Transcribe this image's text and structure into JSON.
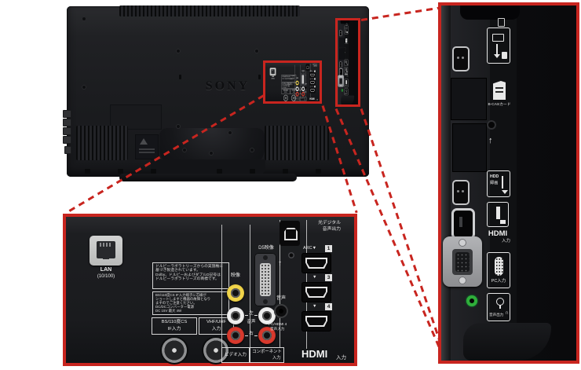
{
  "tv": {
    "logo": "SONY"
  },
  "colors": {
    "callout_red": "#c8251f",
    "rca_yellow": "#e2bd2a",
    "rca_red": "#c2271d",
    "jack_green": "#35b33a"
  },
  "rear_panel": {
    "lan": {
      "label": "LAN",
      "speed": "(10/100)"
    },
    "notice_dolby": [
      "ドルビーラボラトリーズからの実施権に",
      "基づき製造されています。",
      "Dolby、ドルビーおよびダブルD記号は",
      "ドルビーラボラトリーズの商標です。"
    ],
    "notice_power": [
      "BS/110度CS IF入力端子に芯線が",
      "ショートしますと機器の故障となり",
      "ますのでご注意ください。",
      "DC/DCコンバーター電源",
      "DC 15V 最大 4W"
    ],
    "antenna": {
      "bs_line1": "BS/110度CS",
      "bs_line2": "IF入力",
      "vhf_line1": "VHF/UHF",
      "vhf_line2": "入力"
    },
    "video_label": "映像",
    "audio_label": "音声",
    "left": "左",
    "right": "右",
    "d5": "D5映像",
    "optical_line1": "光デジタル",
    "optical_line2": "音声出力",
    "arrow_up": "↑",
    "arc": "ARC▼",
    "down_arrow": "▼",
    "hdmi1": "1",
    "hdmi3": "3",
    "hdmi4": "4",
    "audio_jack_label": "音声",
    "pc_hdmi4_line1": "PC/HDMI 4",
    "pc_hdmi4_line2": "音声入力",
    "video_in": "ビデオ入力",
    "component_line1": "コンポーネント",
    "component_line2": "入力",
    "hdmi_logo": "HDMI",
    "hdmi_in": "入力"
  },
  "side_panel": {
    "bcas": "B-CASカード",
    "arrow_up": "↑",
    "hdd_line1": "HDD",
    "hdd_line2": "録画",
    "hdmi_logo": "HDMI",
    "hdmi_in": "入力",
    "pc_in": "PC入力",
    "audio_out": "音声出力",
    "headphone_glyph": "∩"
  }
}
